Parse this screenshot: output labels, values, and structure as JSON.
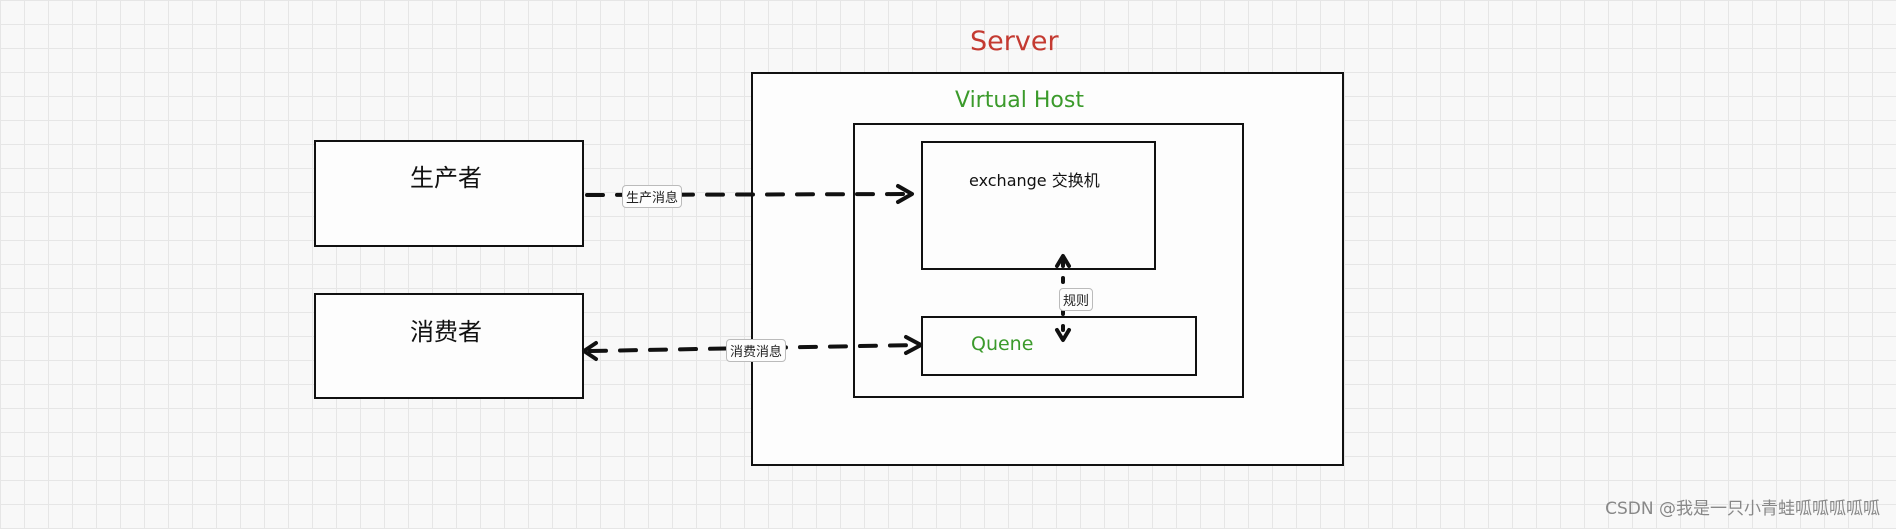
{
  "server": {
    "title": "Server"
  },
  "virtual_host": {
    "title": "Virtual Host"
  },
  "exchange": {
    "label": "exchange 交换机"
  },
  "queue": {
    "label": "Quene"
  },
  "producer": {
    "label": "生产者"
  },
  "consumer": {
    "label": "消费者"
  },
  "edges": {
    "produce": "生产消息",
    "consume": "消费消息",
    "rule": "规则"
  },
  "watermark": "CSDN @我是一只小青蛙呱呱呱呱呱",
  "colors": {
    "server_title": "#c43a31",
    "green_title": "#3b9a2b",
    "stroke": "#111111"
  }
}
